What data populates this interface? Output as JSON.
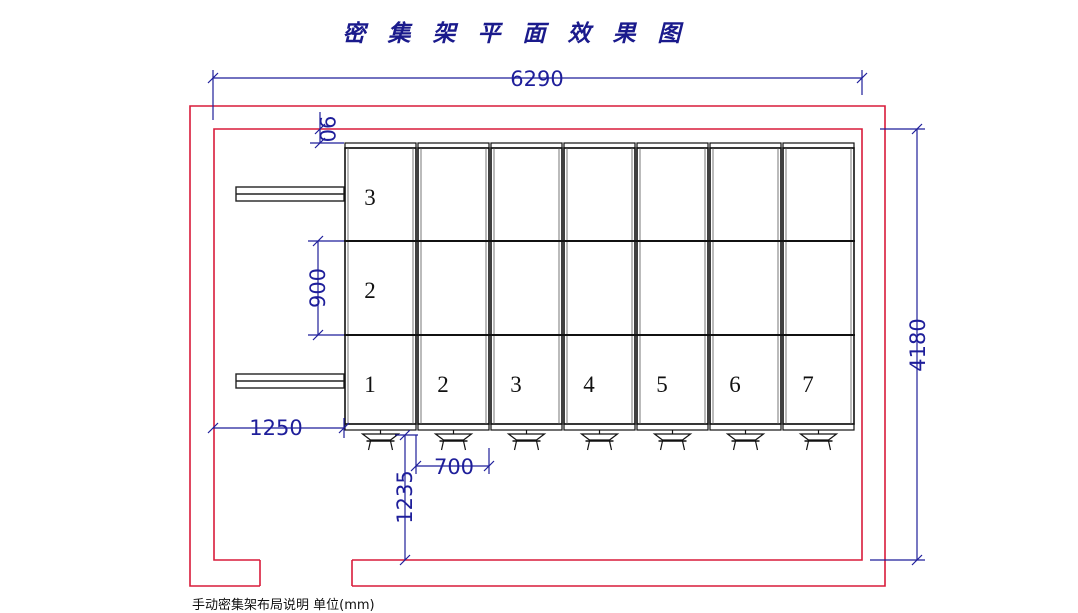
{
  "title": "密 集 架 平 面 效 果 图",
  "dimensions": {
    "total_width": "6290",
    "total_height": "4180",
    "top_gap": "90",
    "row_height": "900",
    "left_offset": "1250",
    "bottom_offset": "1235",
    "unit_width": "700"
  },
  "grid": {
    "columns": 7,
    "rows": 3,
    "column_labels": [
      "1",
      "2",
      "3",
      "4",
      "5",
      "6",
      "7"
    ],
    "row_labels": [
      "3",
      "2",
      "1"
    ]
  },
  "note": "手动密集架布局说明 单位(mm)",
  "colors": {
    "title": "#1a1a8c",
    "dimension": "#1e1e9a",
    "wall": "#d81b3a",
    "shelf": "#111111",
    "rail": "#222222"
  }
}
